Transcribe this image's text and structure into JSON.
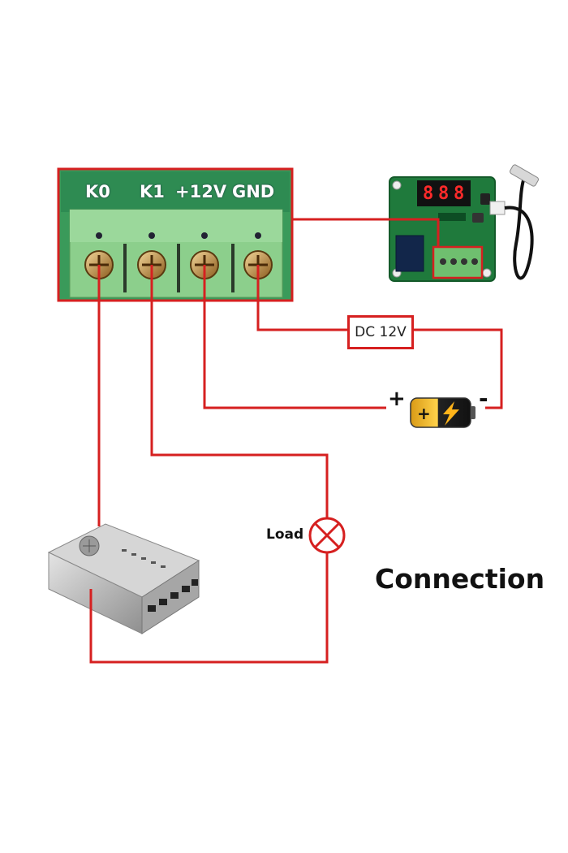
{
  "title": "Connection",
  "terminal_labels": [
    "K0",
    "K1",
    "+12V",
    "GND"
  ],
  "power_label": "DC 12V",
  "load_label": "Load",
  "battery": {
    "plus": "+",
    "minus": "-"
  },
  "display_digits": [
    "8",
    "8",
    "8"
  ],
  "colors": {
    "wire": "#d62020",
    "terminal_green": "#7dbf7d",
    "board_green": "#1f7a3c"
  },
  "icons": [
    "terminal-block",
    "thermostat-board",
    "temperature-probe",
    "battery-icon",
    "lamp-icon",
    "power-supply-unit"
  ]
}
